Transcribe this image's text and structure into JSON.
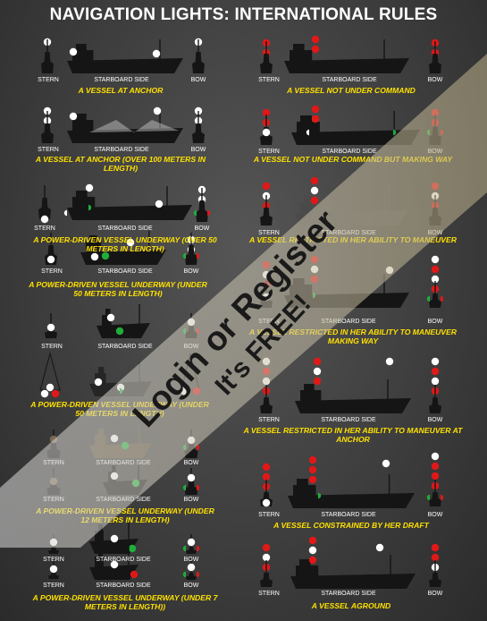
{
  "title": "NAVIGATION LIGHTS: INTERNATIONAL RULES",
  "view_labels": {
    "stern": "STERN",
    "starboard": "STARBOARD SIDE",
    "bow": "BOW"
  },
  "sections": {
    "left": [
      {
        "id": "anchor",
        "title": "A VESSEL AT ANCHOR"
      },
      {
        "id": "anchor100",
        "title": "A VESSEL AT ANCHOR (OVER 100 METERS IN LENGTH)"
      },
      {
        "id": "pd50over",
        "title": "A POWER-DRIVEN VESSEL UNDERWAY (OVER 50 METERS IN LENGTH)"
      },
      {
        "id": "pd50under",
        "title": "A POWER-DRIVEN VESSEL UNDERWAY (UNDER 50 METERS IN LENGTH)"
      },
      {
        "id": "pd12",
        "title": "A POWER-DRIVEN VESSEL UNDERWAY (UNDER 12 METERS IN LENGTH)"
      },
      {
        "id": "pd7",
        "title": "A POWER-DRIVEN VESSEL UNDERWAY (UNDER 7 METERS IN LENGTH))"
      }
    ],
    "right": [
      {
        "id": "nuc",
        "title": "A VESSEL NOT UNDER COMMAND"
      },
      {
        "id": "nucway",
        "title": "A VESSEL NOT UNDER COMMAND BUT MAKING WAY"
      },
      {
        "id": "ram",
        "title": "A VESSEL RESTRICTED IN HER ABILITY TO MANEUVER"
      },
      {
        "id": "ramway",
        "title": "A VESSEL RESTRICTED IN HER ABILITY TO MANEUVER MAKING WAY"
      },
      {
        "id": "ramanchor",
        "title": "A VESSEL RESTRICTED IN HER ABILITY TO MANEUVER AT ANCHOR"
      },
      {
        "id": "cbd",
        "title": "A VESSEL CONSTRAINED BY HER DRAFT"
      },
      {
        "id": "aground",
        "title": "A VESSEL AGROUND"
      }
    ]
  },
  "watermark": {
    "line1": "Login or Register",
    "line2": "It's FREE!"
  },
  "colors": {
    "white_light": "#ffffff",
    "red_light": "#e01818",
    "green_light": "#1fae3a",
    "hull": "#151515",
    "title": "#ffe100"
  }
}
